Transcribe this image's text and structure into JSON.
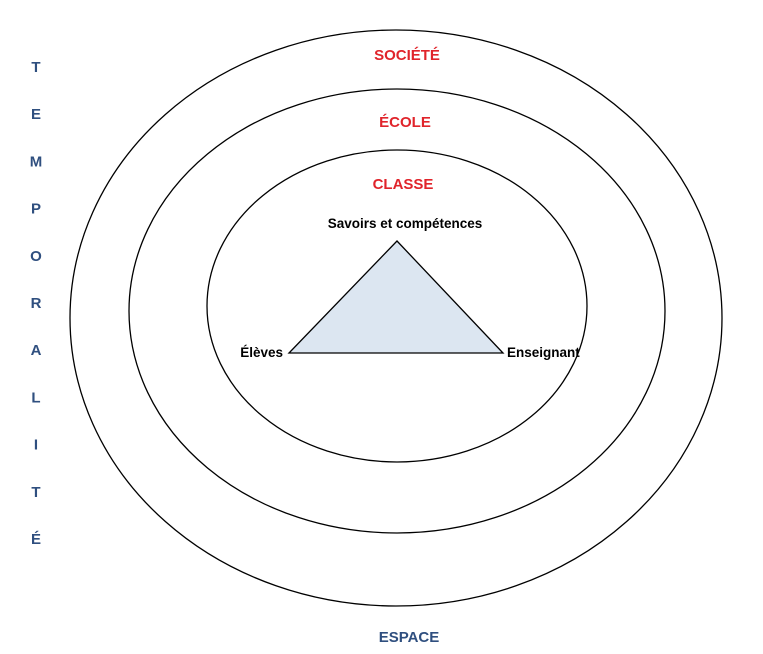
{
  "rings": {
    "societe": "SOCIÉTÉ",
    "ecole": "ÉCOLE",
    "classe": "CLASSE"
  },
  "triangle": {
    "top": "Savoirs et compétences",
    "left": "Élèves",
    "right": "Enseignant"
  },
  "axes": {
    "vertical_letters": [
      "T",
      "E",
      "M",
      "P",
      "O",
      "R",
      "A",
      "L",
      "I",
      "T",
      "É"
    ],
    "horizontal": "ESPACE"
  },
  "colors": {
    "ring_label": "#e0242b",
    "axis_label": "#2f4f7f",
    "triangle_fill": "#dce6f1",
    "stroke": "#000000"
  }
}
